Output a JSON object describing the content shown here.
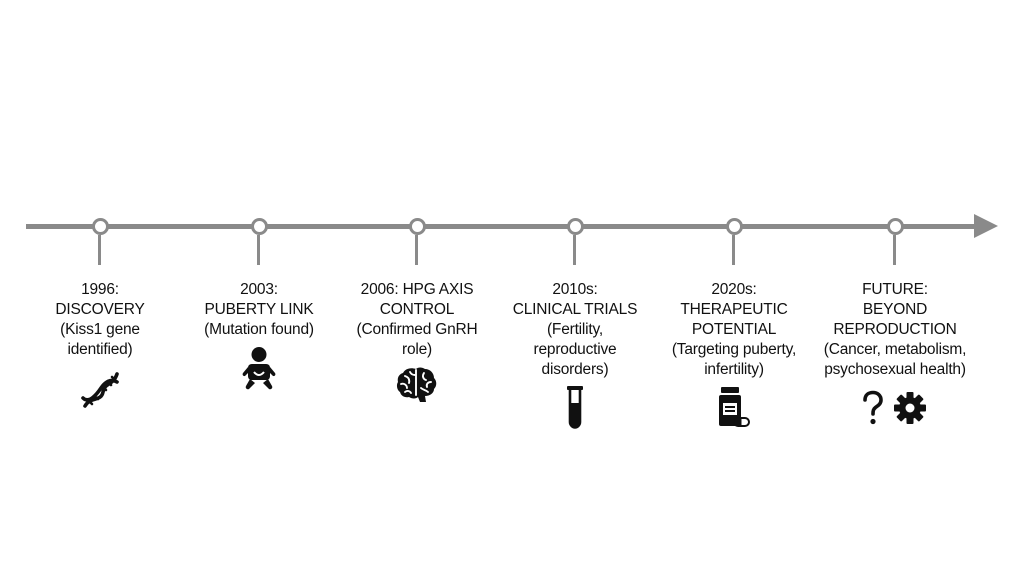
{
  "milestones": [
    {
      "lines": [
        "1996:",
        "DISCOVERY",
        "(Kiss1 gene",
        "identified)"
      ],
      "icons": [
        "dna-icon"
      ]
    },
    {
      "lines": [
        "2003:",
        "PUBERTY LINK",
        "(Mutation found)"
      ],
      "icons": [
        "baby-icon"
      ]
    },
    {
      "lines": [
        "2006: HPG AXIS",
        "CONTROL",
        "(Confirmed GnRH",
        "role)"
      ],
      "icons": [
        "brain-icon"
      ]
    },
    {
      "lines": [
        "2010s:",
        "CLINICAL TRIALS",
        "(Fertility,",
        "reproductive",
        "disorders)"
      ],
      "icons": [
        "test-tube-icon"
      ]
    },
    {
      "lines": [
        "2020s:",
        "THERAPEUTIC",
        "POTENTIAL",
        "(Targeting puberty,",
        "infertility)"
      ],
      "icons": [
        "medicine-bottle-icon"
      ]
    },
    {
      "lines": [
        "FUTURE:",
        "BEYOND",
        "REPRODUCTION",
        "(Cancer, metabolism,",
        "psychosexual health)"
      ],
      "icons": [
        "question-mark-icon",
        "gear-icon"
      ]
    }
  ],
  "colors": {
    "axis": "#8a8a8a",
    "text": "#111111",
    "icon": "#111111"
  }
}
